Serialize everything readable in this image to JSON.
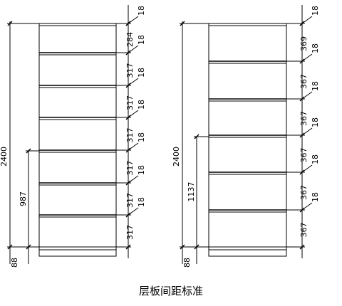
{
  "caption": "层板间距标准",
  "left_cabinet": {
    "total_height": "2400",
    "lower_height": "987",
    "base_height": "88",
    "board_thickness_labels": [
      "18",
      "18",
      "18",
      "18",
      "18",
      "18",
      "18"
    ],
    "spacing_labels": [
      "284",
      "317",
      "317",
      "317",
      "317",
      "317",
      "317"
    ]
  },
  "right_cabinet": {
    "total_height": "2400",
    "lower_height": "1137",
    "base_height": "88",
    "board_thickness_labels": [
      "18",
      "18",
      "18",
      "18",
      "18",
      "18"
    ],
    "spacing_labels": [
      "369",
      "367",
      "367",
      "367",
      "367",
      "367"
    ]
  }
}
